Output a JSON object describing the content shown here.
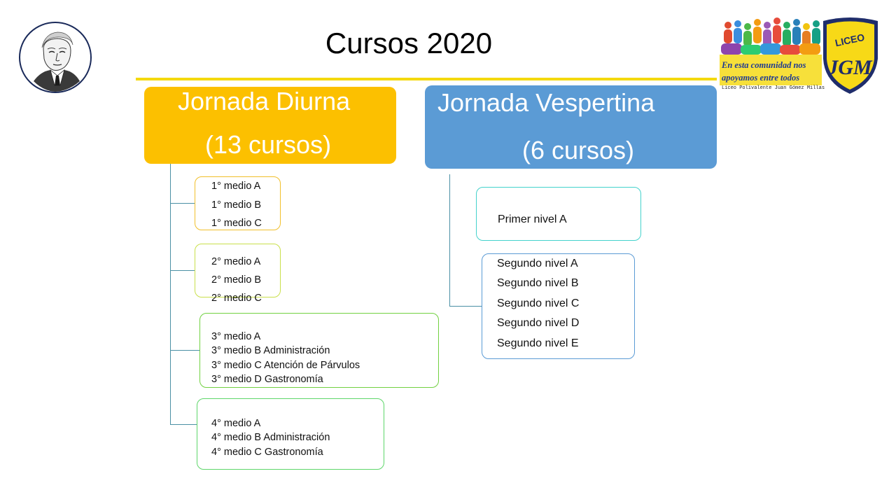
{
  "title": "Cursos 2020",
  "logo": {
    "line1": "En esta comunidad nos",
    "line2": "apoyamos entre todos",
    "line3": "Liceo Polivalente Juan Gómez Millas",
    "badge_text": "LICEO"
  },
  "diurna": {
    "title": "Jornada Diurna",
    "count": "(13 cursos)",
    "color": "#fcc000",
    "groups": [
      [
        "1° medio A",
        "1° medio B",
        "1° medio C"
      ],
      [
        "2° medio A",
        "2° medio B",
        "2° medio C"
      ],
      [
        "3° medio A",
        "3° medio B Administración",
        "3° medio C Atención de Párvulos",
        "3° medio D Gastronomía"
      ],
      [
        "4° medio A",
        "4° medio B Administración",
        "4° medio C Gastronomía"
      ]
    ]
  },
  "vespertina": {
    "title": "Jornada Vespertina",
    "count": "(6 cursos)",
    "color": "#5b9bd5",
    "groups": [
      [
        "Primer nivel A"
      ],
      [
        "Segundo nivel A",
        "Segundo nivel B",
        "Segundo nivel C",
        "Segundo nivel D",
        "Segundo nivel E"
      ]
    ]
  }
}
